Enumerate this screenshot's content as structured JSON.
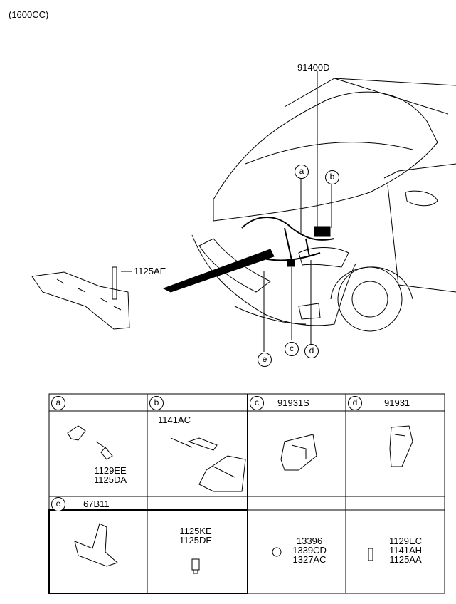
{
  "header": {
    "engine_note": "(1600CC)"
  },
  "main_diagram": {
    "harness_part": "91400D",
    "bolt_part": "1125AE",
    "callouts": [
      "a",
      "b",
      "c",
      "d",
      "e"
    ]
  },
  "table": {
    "cells": [
      {
        "letter": "a",
        "part": "",
        "parts_list": [
          "1129EE",
          "1125DA"
        ]
      },
      {
        "letter": "b",
        "part": "1141AC",
        "parts_list": []
      },
      {
        "letter": "c",
        "part": "91931S",
        "parts_list": []
      },
      {
        "letter": "d",
        "part": "91931",
        "parts_list": []
      },
      {
        "letter": "e",
        "part": "67B11",
        "parts_list": []
      }
    ],
    "bottom": {
      "bolts": [
        "1125KE",
        "1125DE"
      ],
      "nuts": [
        "13396",
        "1339CD",
        "1327AC"
      ],
      "screws": [
        "1129EC",
        "1141AH",
        "1125AA"
      ]
    }
  }
}
